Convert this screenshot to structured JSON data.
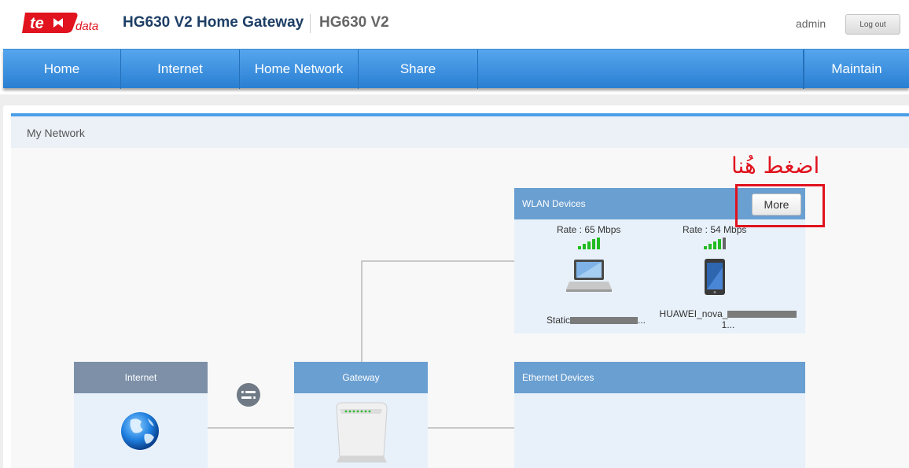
{
  "header": {
    "logo_text": "te data",
    "title": "HG630 V2 Home Gateway",
    "subtitle": "HG630 V2",
    "user": "admin",
    "logout_label": "Log out"
  },
  "nav": {
    "items": [
      "Home",
      "Internet",
      "Home Network",
      "Share"
    ],
    "right_item": "Maintain"
  },
  "page": {
    "section_title": "My Network",
    "annotation": "اضغط هُنا"
  },
  "wlan": {
    "title": "WLAN Devices",
    "more_label": "More",
    "devices": [
      {
        "rate": "Rate : 65 Mbps",
        "name_prefix": "Static",
        "name_suffix": "...",
        "icon": "laptop-icon"
      },
      {
        "rate": "Rate : 54 Mbps",
        "name_prefix": "HUAWEI_nova_",
        "name_line2": "1...",
        "icon": "phone-icon"
      }
    ]
  },
  "internet": {
    "title": "Internet",
    "icon": "globe-icon"
  },
  "gateway": {
    "title": "Gateway",
    "icon": "router-icon"
  },
  "ethernet": {
    "title": "Ethernet Devices"
  },
  "colors": {
    "nav_blue": "#2a7fd2",
    "card_head_blue": "#6a9fd1",
    "card_head_gray": "#7d90a8",
    "annotation_red": "#e0131e",
    "signal_green": "#22bb22"
  }
}
